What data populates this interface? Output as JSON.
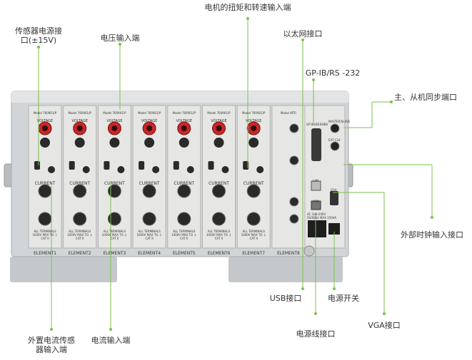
{
  "callouts": {
    "torque_speed_input": "电机的扭矩和转速输入端",
    "sensor_power": "传感器电源接\n口(±15V)",
    "voltage_input": "电压输入端",
    "ethernet": "以太网接口",
    "gpib_rs232": "GP-IB/RS -232",
    "master_slave_sync": "主、从机同步端口",
    "external_clock": "外部时钟输入接口",
    "usb": "USB接口",
    "power_switch": "电源开关",
    "power_cord": "电源线接口",
    "vga": "VGA接口",
    "external_current_sensor": "外置电流传感\n器输入端",
    "current_input": "电流输入端"
  },
  "modules": [
    {
      "label": "ELEMENT1",
      "model": "Model 760901/P",
      "voltage": "VOLTAGE",
      "current": "CURRENT"
    },
    {
      "label": "ELEMENT2",
      "model": "Model 760901/P",
      "voltage": "VOLTAGE",
      "current": "CURRENT"
    },
    {
      "label": "ELEMENT3",
      "model": "Model 760901/P",
      "voltage": "VOLTAGE",
      "current": "CURRENT"
    },
    {
      "label": "ELEMENT4",
      "model": "Model 760901/P",
      "voltage": "VOLTAGE",
      "current": "CURRENT"
    },
    {
      "label": "ELEMENT5",
      "model": "Model 760901/P",
      "voltage": "VOLTAGE",
      "current": "CURRENT"
    },
    {
      "label": "ELEMENT6",
      "model": "Model 760901/P",
      "voltage": "VOLTAGE",
      "current": "CURRENT"
    },
    {
      "label": "ELEMENT7",
      "model": "Model 760901/P",
      "voltage": "VOLTAGE",
      "current": "CURRENT"
    }
  ],
  "motor_module": {
    "label": "ELEMENT8",
    "model": "Model MTR"
  },
  "warnings": {
    "terminals": "ALL TERMINALS\n1000V MAX TO ⏚\nCAT II"
  },
  "rear_panel": {
    "gpib": "GP-IB(IEEE488)",
    "master_slave": "MASTER/SLAVE",
    "ext_clk": "EXT CLK",
    "lan": "LAN",
    "usb": "USB",
    "vga": "VGA",
    "power_rating": "AC 100-240V\n50/60Hz MAX 150VA"
  },
  "colors": {
    "accent": "#7cc24a",
    "panel": "#e6e6e4",
    "dark": "#2a2a2a",
    "terminal_red": "#c62828"
  }
}
